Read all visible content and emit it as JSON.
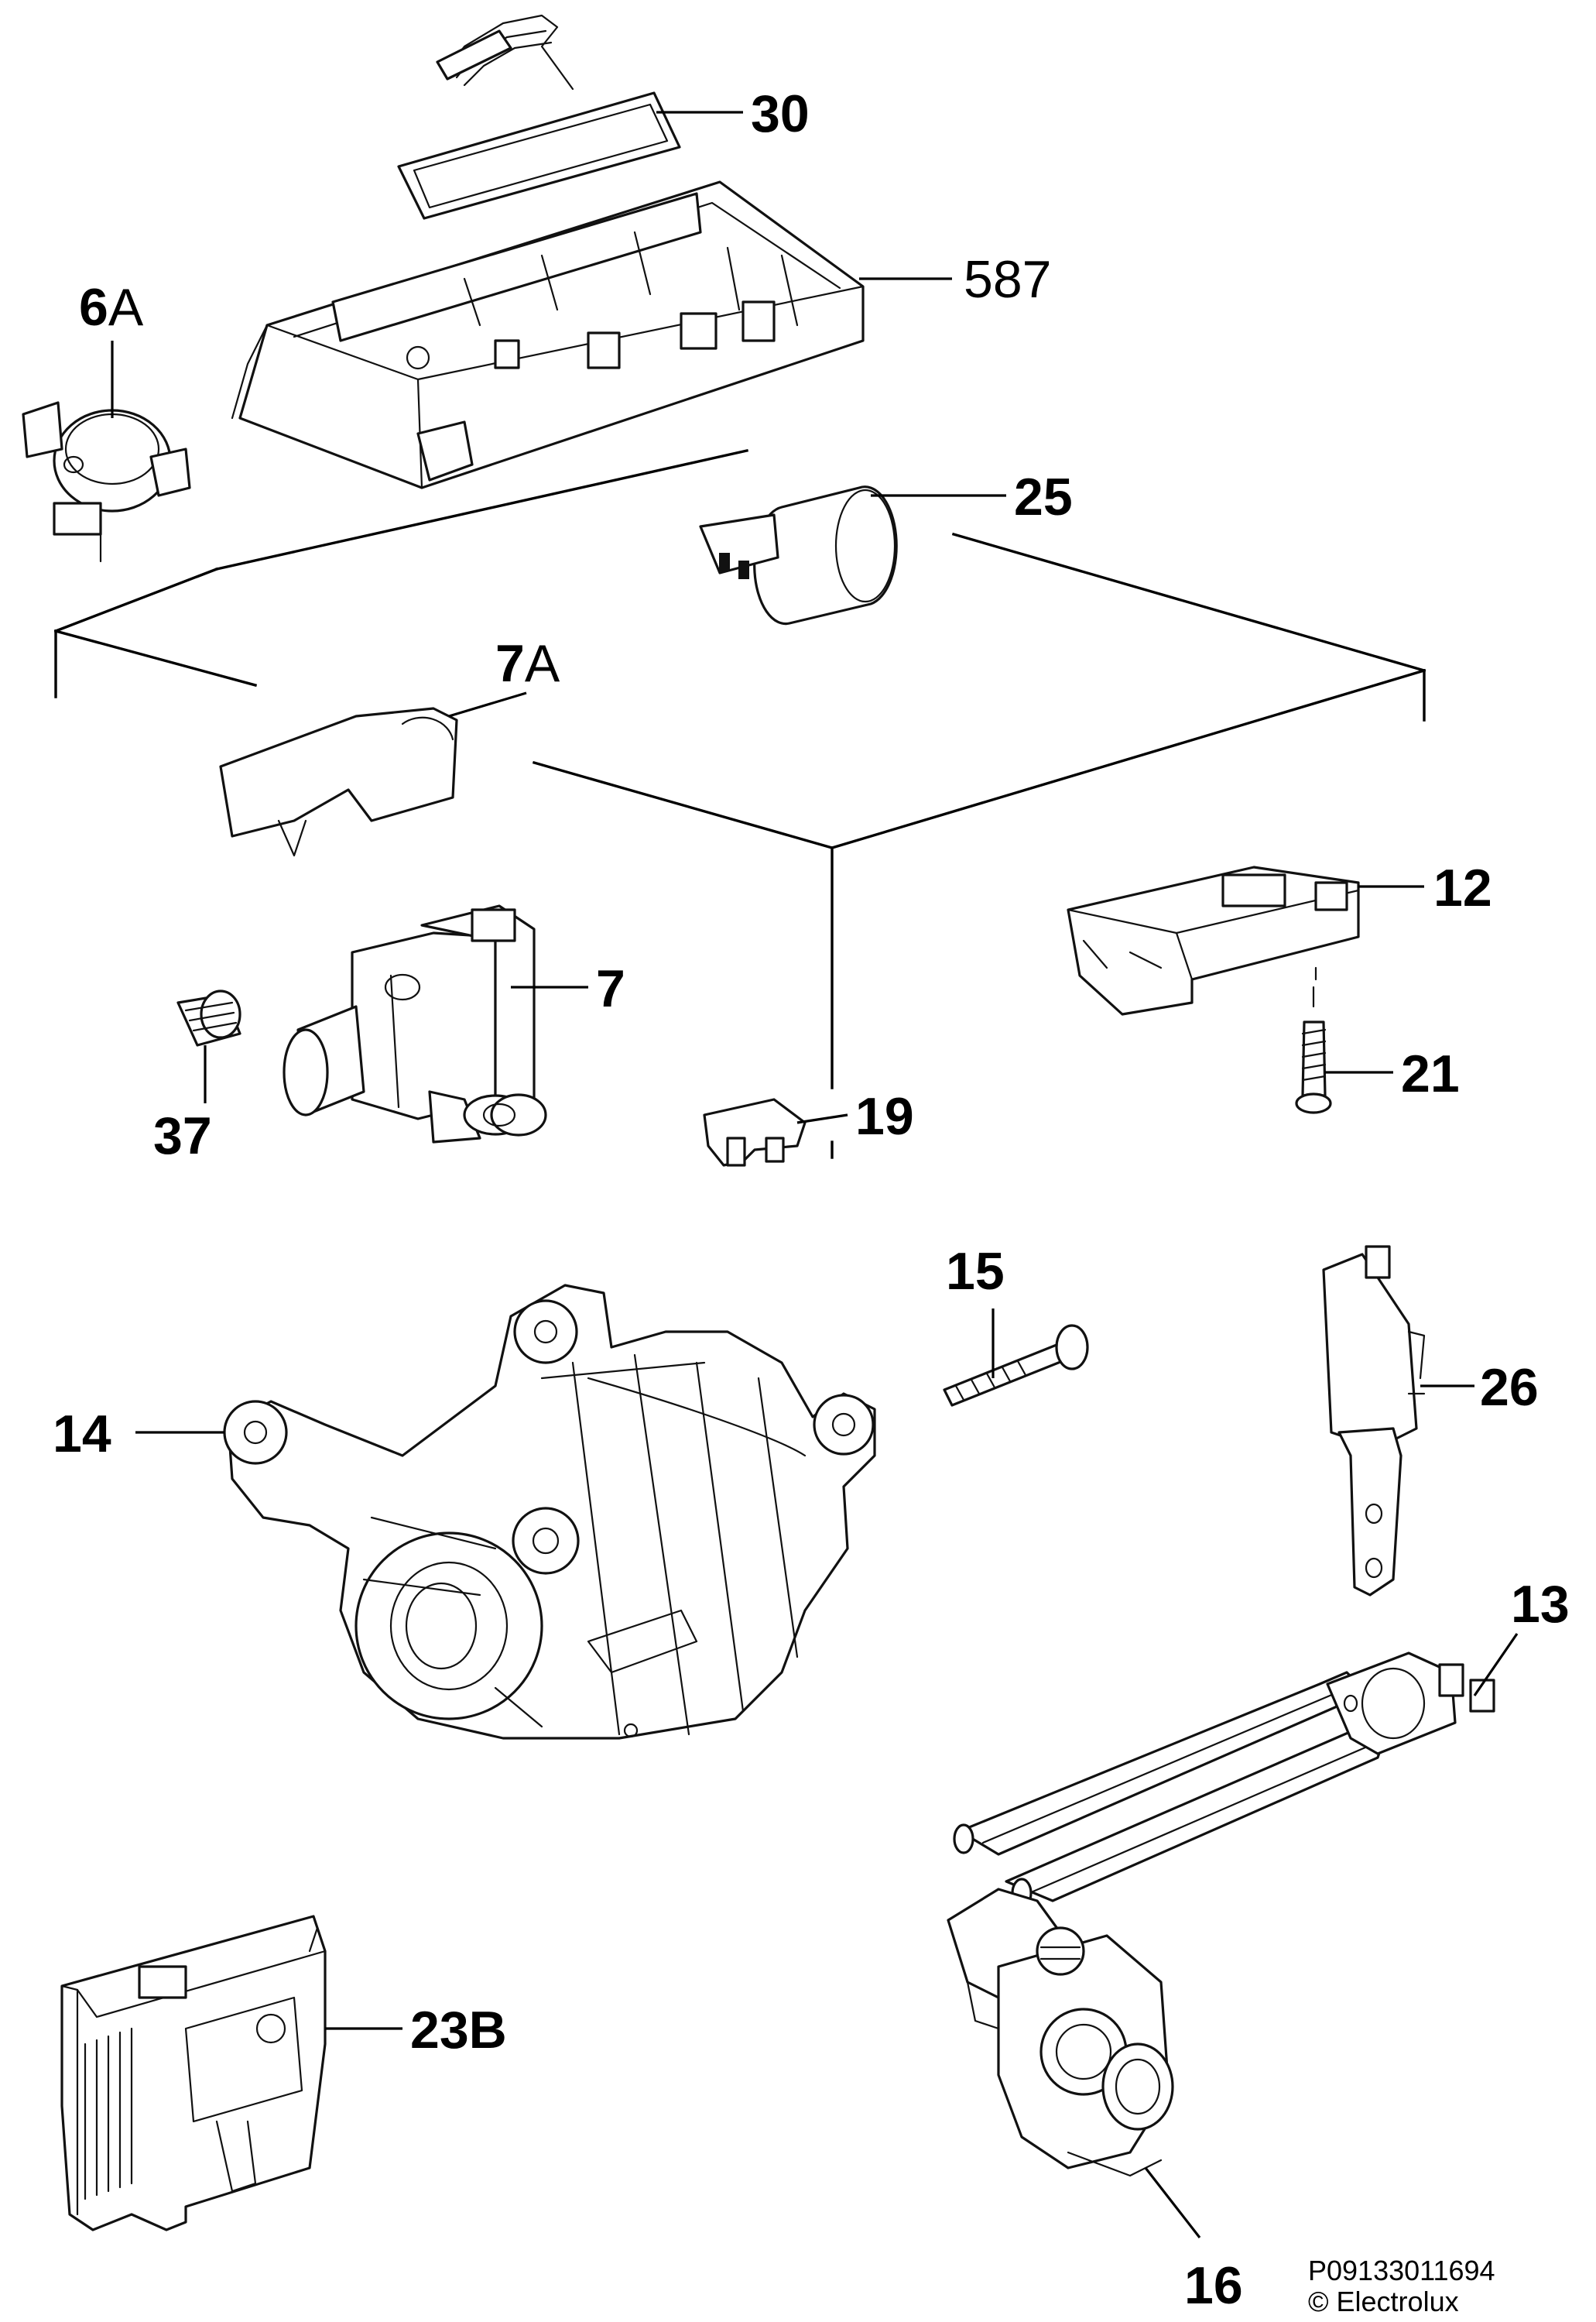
{
  "labels": {
    "p30": "30",
    "p587": "587",
    "p6A_num": "6",
    "p6A_suffix": "A",
    "p25": "25",
    "p7A_num": "7",
    "p7A_suffix": "A",
    "p12": "12",
    "p7": "7",
    "p37": "37",
    "p21": "21",
    "p19": "19",
    "p15": "15",
    "p26": "26",
    "p14": "14",
    "p13": "13",
    "p23B": "23B",
    "p16": "16"
  },
  "footer": {
    "drawing_code": "P09133011694",
    "copyright": "© Electrolux"
  }
}
